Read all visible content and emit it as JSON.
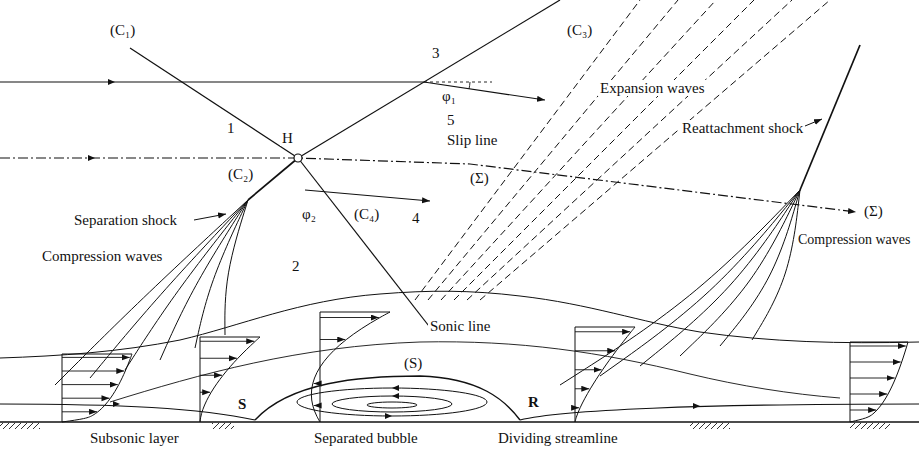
{
  "diagram": {
    "labels": [
      "(C₁)",
      "3",
      "(C₃)",
      "Reattachment shock",
      "φ₁",
      "Expansion waves",
      "5",
      "Slip line",
      "1",
      "H",
      "(C₂)",
      "(Σ)",
      "(Σ)",
      "Separation shock",
      "φ₂",
      "(C₄)",
      "4",
      "Compression waves",
      "2",
      "Compression waves",
      "Sonic line",
      "(S)",
      "S",
      "R",
      "Subsonic layer",
      "Separated bubble",
      "Dividing streamline"
    ]
  }
}
